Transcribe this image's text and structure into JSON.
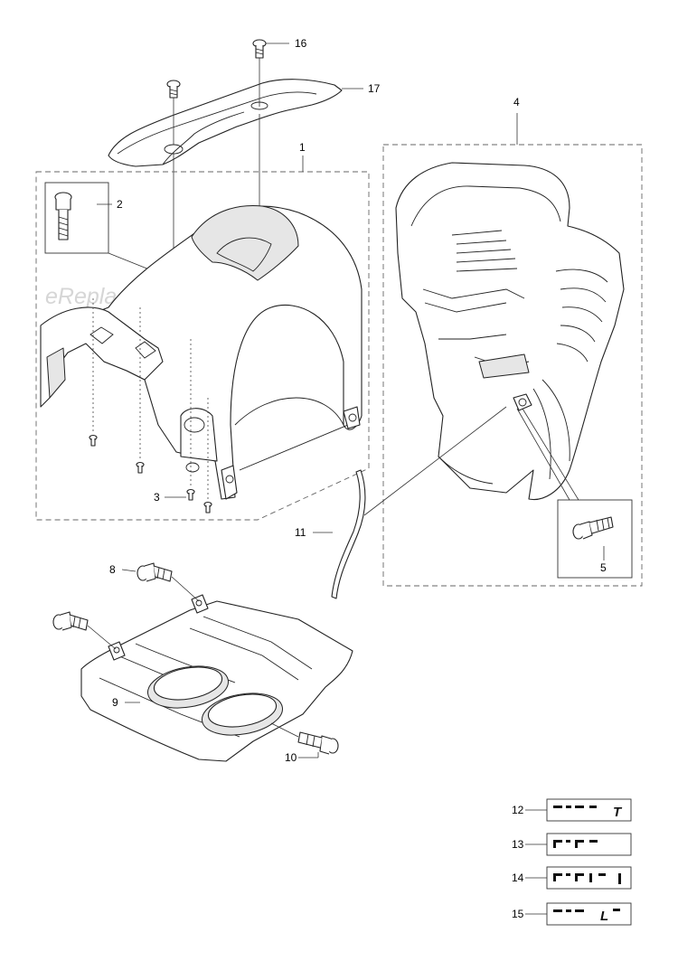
{
  "watermark": "eReplacementParts.com",
  "callouts": [
    {
      "id": "16",
      "label": "16"
    },
    {
      "id": "17",
      "label": "17"
    },
    {
      "id": "1",
      "label": "1"
    },
    {
      "id": "2",
      "label": "2"
    },
    {
      "id": "3",
      "label": "3"
    },
    {
      "id": "4",
      "label": "4"
    },
    {
      "id": "5",
      "label": "5"
    },
    {
      "id": "8",
      "label": "8"
    },
    {
      "id": "9",
      "label": "9"
    },
    {
      "id": "10",
      "label": "10"
    },
    {
      "id": "11",
      "label": "11"
    },
    {
      "id": "12",
      "label": "12"
    },
    {
      "id": "13",
      "label": "13"
    },
    {
      "id": "14",
      "label": "14"
    },
    {
      "id": "15",
      "label": "15"
    }
  ],
  "decals": [
    {
      "id": "12",
      "text": "T"
    },
    {
      "id": "13",
      "text": ""
    },
    {
      "id": "14",
      "text": ""
    },
    {
      "id": "15",
      "text": "L"
    }
  ]
}
